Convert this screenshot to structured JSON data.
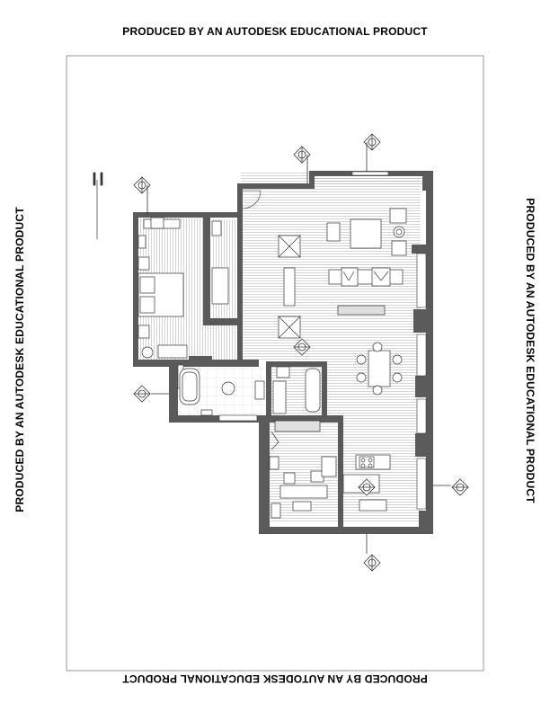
{
  "watermark": {
    "top": "PRODUCED BY AN AUTODESK EDUCATIONAL PRODUCT",
    "bottom": "PRODUCED BY AN AUTODESK EDUCATIONAL PRODUCT",
    "left": "PRODUCED BY AN AUTODESK EDUCATIONAL PRODUCT",
    "right": "PRODUCED BY AN AUTODESK EDUCATIONAL PRODUCT"
  },
  "colors": {
    "wall": "#5a5a5a",
    "floor_line": "#b8b8b8",
    "ink": "#333333",
    "frame": "#9a9a9a"
  },
  "icons": {
    "section_marker": "section-marker-icon",
    "north_arrow": "scale-bar-icon"
  }
}
